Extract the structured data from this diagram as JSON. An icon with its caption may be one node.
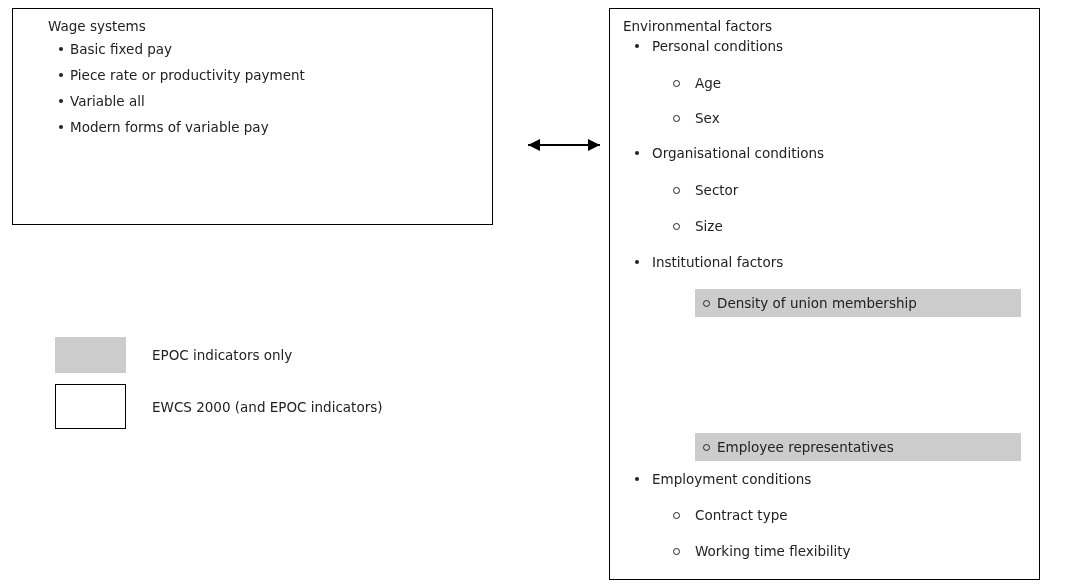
{
  "diagram": {
    "nodes": [
      {
        "text": [
          "Wage systems",
          "Basic fixed pay",
          "Piece rate or productivity payment",
          "Variable all",
          "Modern forms of variable pay"
        ]
      },
      {
        "text": [
          "Environmental factors",
          "Personal conditions",
          "Age",
          "Sex",
          "Organisational conditions",
          "Sector",
          "Size",
          "Institutional factors",
          "Employment conditions",
          "Contract type",
          "Working time flexibility"
        ]
      },
      {
        "text": [
          "Density of union membership"
        ],
        "in": 1
      },
      {
        "text": [
          "Employee representatives"
        ],
        "in": 1
      }
    ],
    "edges": [
      {
        "from": 0,
        "to": 1,
        "arrow": "both"
      }
    ],
    "legend": [
      {
        "text": "EPOC indicators only",
        "color": "#cccccc"
      },
      {
        "text": "EWCS 2000 (and EPOC indicators)",
        "color": "#ffffff"
      }
    ]
  }
}
